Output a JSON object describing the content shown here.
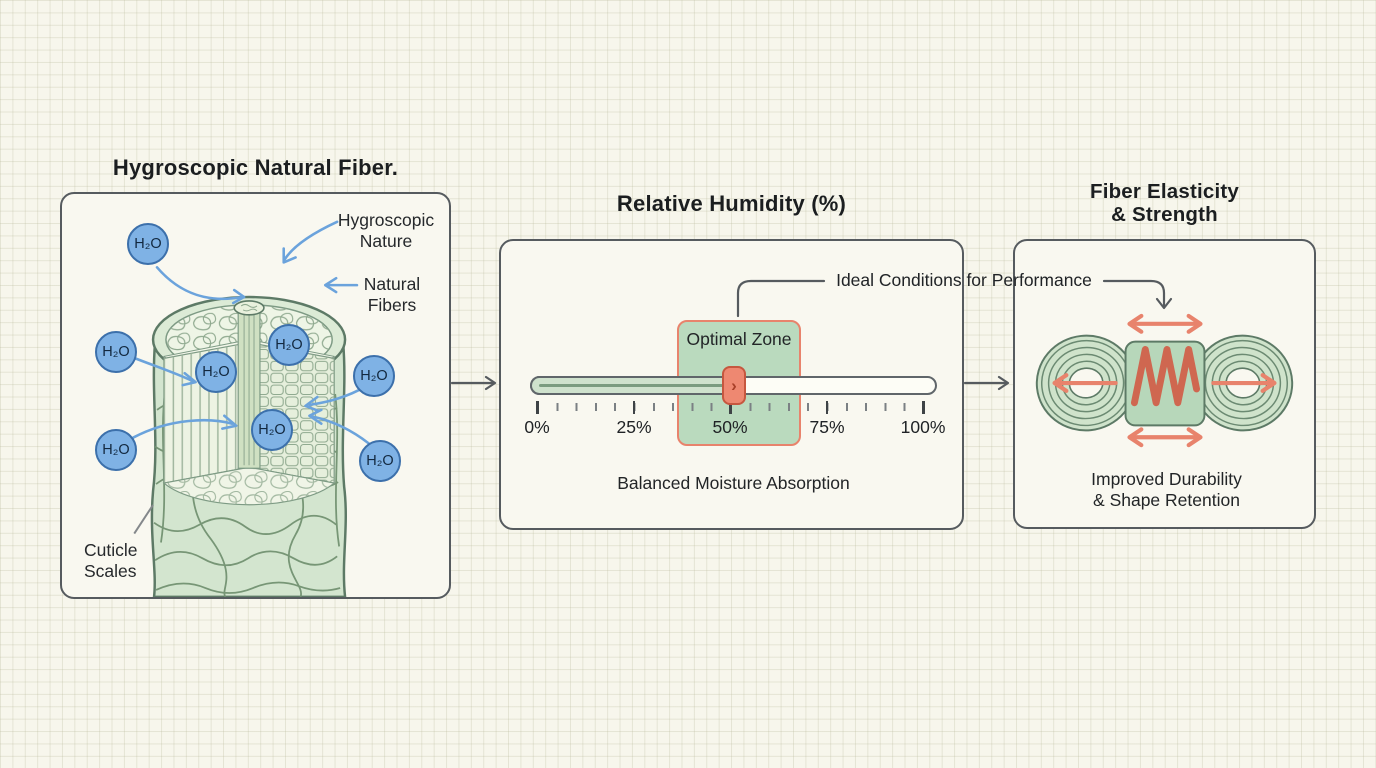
{
  "palette": {
    "background": "#f7f6ec",
    "grid_line": "#e4e4d4",
    "panel_bg": "#f9f8f0",
    "panel_border": "#565b5f",
    "fiber_green": "#d3e5cf",
    "green_outline": "#5d7a66",
    "optimal_zone_green": "#a8d1b0",
    "salmon_accent": "#e8836c",
    "salmon_dark": "#c6573f",
    "molecule_blue": "#7fb2e5",
    "molecule_blue_border": "#3c70ab",
    "arrow_blue": "#6ba3dc",
    "text": "#1f2327"
  },
  "left_panel": {
    "title": "Hygroscopic Natural Fiber.",
    "molecule_label": "H₂O",
    "labels": {
      "hygroscopic_nature": "Hygroscopic\nNature",
      "natural_fibers": "Natural\nFibers",
      "cuticle_scales": "Cuticle\nScales"
    }
  },
  "middle_panel": {
    "title": "Relative Humidity (%)",
    "optimal_zone_label": "Optimal Zone",
    "callout": "Ideal Conditions for Performance",
    "caption": "Balanced Moisture Absorption",
    "slider": {
      "value_percent": 50,
      "handle_icon": "›",
      "scale": [
        "0%",
        "25%",
        "50%",
        "75%",
        "100%"
      ]
    }
  },
  "right_panel": {
    "title": "Fiber Elasticity\n& Strength",
    "caption": "Improved Durability\n& Shape Retention"
  }
}
